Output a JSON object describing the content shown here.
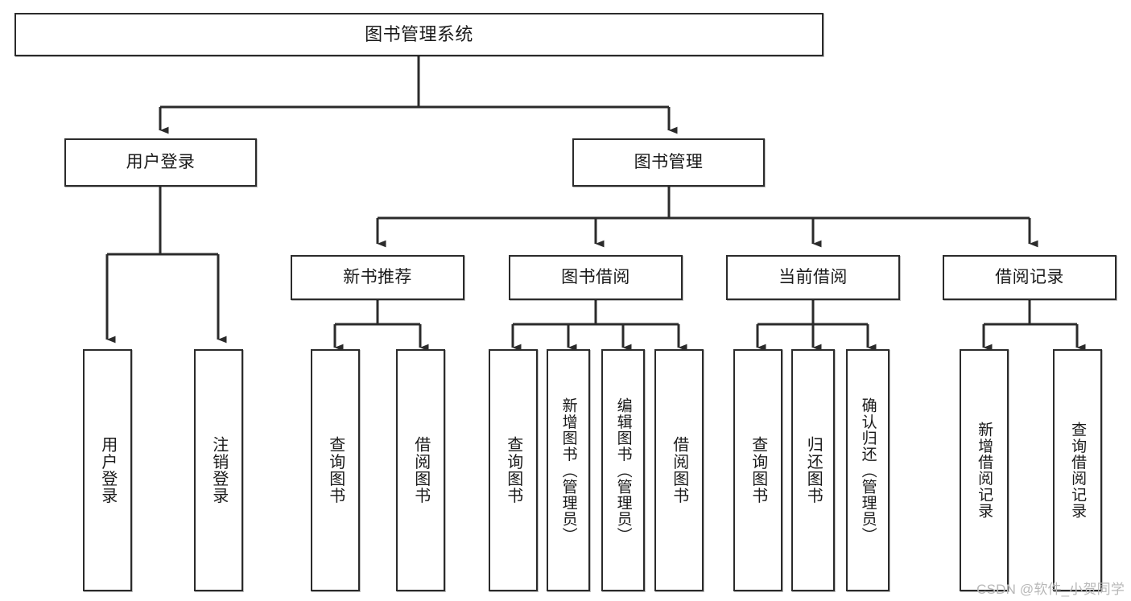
{
  "diagram": {
    "title": "图书管理系统",
    "watermark": "CSDN @软件_小贺同学",
    "colors": {
      "background": "#ffffff",
      "node_border": "#2b2b2b",
      "node_fill": "#ffffff",
      "connector": "#2b2b2b",
      "text": "#1a1a1a",
      "watermark": "#b8b8b8"
    },
    "levels": {
      "root": "图书管理系统",
      "level2": [
        "用户登录",
        "图书管理"
      ],
      "level3": [
        "新书推荐",
        "图书借阅",
        "当前借阅",
        "借阅记录"
      ]
    },
    "nodes": {
      "root": {
        "label": "图书管理系统"
      },
      "user_login": {
        "label": "用户登录"
      },
      "book_manage": {
        "label": "图书管理"
      },
      "new_book_rec": {
        "label": "新书推荐"
      },
      "book_borrow": {
        "label": "图书借阅"
      },
      "current_borrow": {
        "label": "当前借阅"
      },
      "borrow_record": {
        "label": "借阅记录"
      },
      "leaf_user_login": {
        "label": "用户登录"
      },
      "leaf_logout": {
        "label": "注销登录"
      },
      "leaf_query_book_1": {
        "label": "查询图书"
      },
      "leaf_borrow_book_1": {
        "label": "借阅图书"
      },
      "leaf_query_book_2": {
        "label": "查询图书"
      },
      "leaf_add_book": {
        "label": "新增图书（管理员）"
      },
      "leaf_edit_book": {
        "label": "编辑图书（管理员）"
      },
      "leaf_borrow_book_2": {
        "label": "借阅图书"
      },
      "leaf_query_book_3": {
        "label": "查询图书"
      },
      "leaf_return_book": {
        "label": "归还图书"
      },
      "leaf_confirm_return": {
        "label": "确认归还（管理员）"
      },
      "leaf_add_record": {
        "label": "新增借阅记录"
      },
      "leaf_query_record": {
        "label": "查询借阅记录"
      }
    },
    "tree": {
      "name": "图书管理系统",
      "children": [
        {
          "name": "用户登录",
          "children": [
            {
              "name": "用户登录"
            },
            {
              "name": "注销登录"
            }
          ]
        },
        {
          "name": "图书管理",
          "children": [
            {
              "name": "新书推荐",
              "children": [
                {
                  "name": "查询图书"
                },
                {
                  "name": "借阅图书"
                }
              ]
            },
            {
              "name": "图书借阅",
              "children": [
                {
                  "name": "查询图书"
                },
                {
                  "name": "新增图书（管理员）"
                },
                {
                  "name": "编辑图书（管理员）"
                },
                {
                  "name": "借阅图书"
                }
              ]
            },
            {
              "name": "当前借阅",
              "children": [
                {
                  "name": "查询图书"
                },
                {
                  "name": "归还图书"
                },
                {
                  "name": "确认归还（管理员）"
                }
              ]
            },
            {
              "name": "借阅记录",
              "children": [
                {
                  "name": "新增借阅记录"
                },
                {
                  "name": "查询借阅记录"
                }
              ]
            }
          ]
        }
      ]
    }
  }
}
